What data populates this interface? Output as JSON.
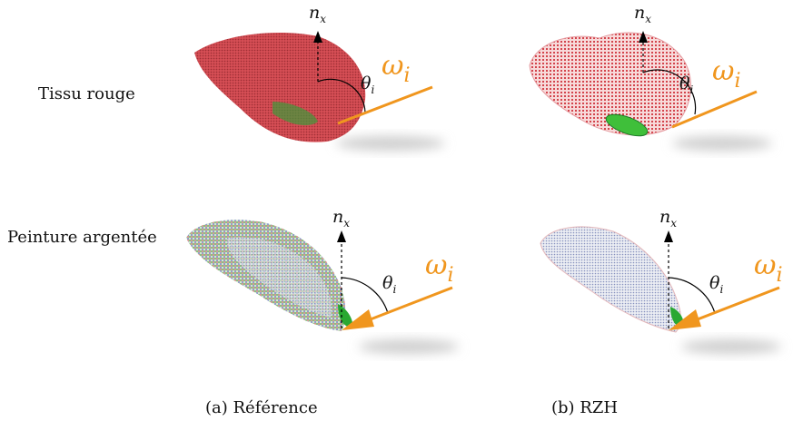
{
  "row_labels": [
    "Tissu rouge",
    "Peinture argentée"
  ],
  "captions": [
    "(a) Référence",
    "(b) RZH"
  ],
  "math": {
    "normal": "n",
    "normal_sub": "x",
    "angle": "θ",
    "angle_sub": "i",
    "incident": "ω",
    "incident_sub": "i"
  },
  "colors": {
    "incident": "#f0961e",
    "lobe_red": "#c8141e",
    "lobe_green": "#2aa832",
    "lobe_blue": "#4a55c8",
    "shadow": "#cfcfcf"
  }
}
